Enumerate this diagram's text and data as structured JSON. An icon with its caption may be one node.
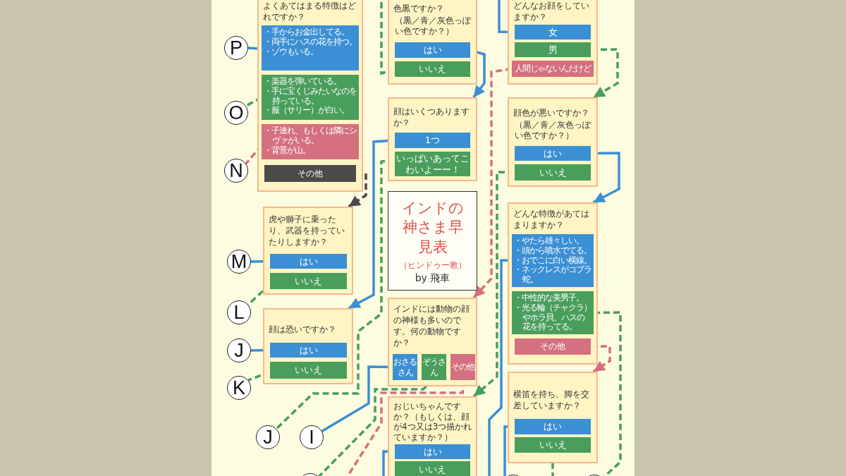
{
  "diagram": {
    "nodes": [
      {
        "text": [
          "よくあてはまる特徴はどれですか？"
        ]
      },
      {
        "text": [
          "・手からお金出してる。",
          "・両手にハスの花を持つ。",
          "・ゾウもいる。"
        ],
        "in": 0
      },
      {
        "text": [
          "・楽器を弾いている。",
          "・手に宝くじみたいなのを持っている。",
          "・服（サリー）が白い。"
        ],
        "in": 0
      },
      {
        "text": [
          "・子連れ、もしくは隣にシヴァがいる。",
          "・背景が山。"
        ],
        "in": 0
      },
      {
        "text": [
          "その他"
        ],
        "in": 0
      },
      {
        "text": [
          "P"
        ]
      },
      {
        "text": [
          "O"
        ]
      },
      {
        "text": [
          "N"
        ]
      },
      {
        "text": [
          "虎や獅子に乗ったり、武器を持っていたりしますか？"
        ]
      },
      {
        "text": [
          "はい"
        ],
        "in": 8
      },
      {
        "text": [
          "いいえ"
        ],
        "in": 8
      },
      {
        "text": [
          "M"
        ]
      },
      {
        "text": [
          "L"
        ]
      },
      {
        "text": [
          "顔は恐いですか？"
        ]
      },
      {
        "text": [
          "はい"
        ],
        "in": 13
      },
      {
        "text": [
          "いいえ"
        ],
        "in": 13
      },
      {
        "text": [
          "J"
        ]
      },
      {
        "text": [
          "K"
        ]
      },
      {
        "text": [
          "J"
        ]
      },
      {
        "text": [
          "I"
        ]
      },
      {
        "text": [
          "色黒ですか？",
          "（黒／青／灰色っぽい色ですか？）"
        ]
      },
      {
        "text": [
          "はい"
        ],
        "in": 20
      },
      {
        "text": [
          "いいえ"
        ],
        "in": 20
      },
      {
        "text": [
          "顔はいくつありますか？"
        ]
      },
      {
        "text": [
          "1つ"
        ],
        "in": 23
      },
      {
        "text": [
          "いっぱいあってこわいよーー！"
        ],
        "in": 23
      },
      {
        "text": [
          "インドの神さま早見表",
          "（ヒンドゥー教）",
          "by 飛車"
        ]
      },
      {
        "text": [
          "インドには動物の顔の神様も多いのです。何の動物ですか？"
        ]
      },
      {
        "text": [
          "おさるさん"
        ],
        "in": 27
      },
      {
        "text": [
          "ぞうさん"
        ],
        "in": 27
      },
      {
        "text": [
          "その他"
        ],
        "in": 27
      },
      {
        "text": [
          "おじいちゃんですか？",
          "（もしくは、顔が4つ又は3つ描かれていますか？）"
        ]
      },
      {
        "text": [
          "はい"
        ],
        "in": 31
      },
      {
        "text": [
          "いいえ"
        ],
        "in": 31
      },
      {
        "text": [
          "どんなお顔をしていますか？"
        ]
      },
      {
        "text": [
          "女"
        ],
        "in": 34
      },
      {
        "text": [
          "男"
        ],
        "in": 34
      },
      {
        "text": [
          "人間じゃないんだけど"
        ],
        "in": 34
      },
      {
        "text": [
          "顔色が悪いですか？",
          "（黒／青／灰色っぽい色ですか？）"
        ]
      },
      {
        "text": [
          "はい"
        ],
        "in": 38
      },
      {
        "text": [
          "いいえ"
        ],
        "in": 38
      },
      {
        "text": [
          "どんな特徴があてはまりますか？"
        ]
      },
      {
        "text": [
          "・やたら雄々しい。",
          "・頭から噴水でてる。",
          "・おでこに白い横線。",
          "・ネックレスがコブラ蛇。"
        ],
        "in": 41
      },
      {
        "text": [
          "・中性的な美男子。",
          "・光る輪（チャクラ）やホラ貝、ハスの花を持ってる。"
        ],
        "in": 41
      },
      {
        "text": [
          "その他"
        ],
        "in": 41
      },
      {
        "text": [
          "横笛を持ち、脚を交差していますか？"
        ]
      },
      {
        "text": [
          "はい"
        ],
        "in": 45
      },
      {
        "text": [
          "いいえ"
        ],
        "in": 45
      },
      {
        "text": [],
        "shape": "circle"
      },
      {
        "text": [],
        "shape": "circle"
      },
      {
        "text": [],
        "shape": "circle"
      }
    ],
    "edges": [
      {
        "from": 1,
        "to": 5,
        "arrow": "none",
        "color": "#3b8fd4"
      },
      {
        "from": 2,
        "to": 6,
        "arrow": "none",
        "style": "dashed",
        "color": "#4a9e5c"
      },
      {
        "from": 3,
        "to": 7,
        "arrow": "none",
        "style": "dashed",
        "color": "#d4707f"
      },
      {
        "from": 4,
        "to": 8,
        "arrow": "to",
        "style": "dashed",
        "color": "#4a4a4a"
      },
      {
        "from": 9,
        "to": 11,
        "arrow": "none",
        "color": "#3b8fd4"
      },
      {
        "from": 10,
        "to": 12,
        "arrow": "none",
        "style": "dashed",
        "color": "#4a9e5c"
      },
      {
        "from": 14,
        "to": 16,
        "arrow": "none",
        "color": "#3b8fd4"
      },
      {
        "from": 15,
        "to": 17,
        "arrow": "none",
        "style": "dashed",
        "color": "#4a9e5c"
      },
      {
        "from": 21,
        "to": 23,
        "arrow": "to",
        "color": "#3b8fd4"
      },
      {
        "from": 22,
        "to": null,
        "arrow": "none",
        "style": "dashed",
        "color": "#4a9e5c"
      },
      {
        "from": 24,
        "to": 13,
        "arrow": "to",
        "color": "#3b8fd4"
      },
      {
        "from": 25,
        "to": 18,
        "arrow": "none",
        "style": "dashed",
        "color": "#4a9e5c"
      },
      {
        "from": 28,
        "to": 19,
        "arrow": "none",
        "color": "#3b8fd4"
      },
      {
        "from": 29,
        "to": 48,
        "arrow": "none",
        "style": "dashed",
        "color": "#4a9e5c"
      },
      {
        "from": 30,
        "to": null,
        "arrow": "none",
        "style": "dashed",
        "color": "#d4707f"
      },
      {
        "from": 37,
        "to": 27,
        "arrow": "to",
        "style": "dashed",
        "color": "#d4707f"
      },
      {
        "from": 35,
        "to": null,
        "arrow": "none",
        "color": "#3b8fd4"
      },
      {
        "from": 36,
        "to": 38,
        "arrow": "to",
        "style": "dashed",
        "color": "#4a9e5c"
      },
      {
        "from": 39,
        "to": 41,
        "arrow": "to",
        "color": "#3b8fd4"
      },
      {
        "from": 40,
        "to": 31,
        "arrow": "to",
        "style": "dashed",
        "color": "#4a9e5c"
      },
      {
        "from": 42,
        "to": null,
        "arrow": "none",
        "color": "#3b8fd4"
      },
      {
        "from": 43,
        "to": 50,
        "arrow": "none",
        "style": "dashed",
        "color": "#4a9e5c"
      },
      {
        "from": 44,
        "to": 45,
        "arrow": "to",
        "style": "dashed",
        "color": "#d4707f"
      },
      {
        "from": 46,
        "to": 49,
        "arrow": "none",
        "color": "#3b8fd4"
      },
      {
        "from": 47,
        "to": null,
        "arrow": "none",
        "style": "dashed",
        "color": "#4a9e5c"
      },
      {
        "from": 32,
        "to": null,
        "arrow": "none",
        "color": "#3b8fd4"
      }
    ]
  }
}
